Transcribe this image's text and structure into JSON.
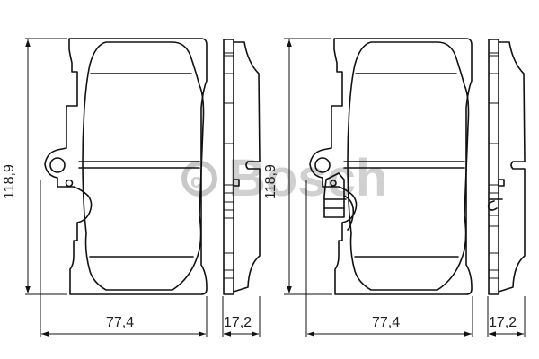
{
  "drawing": {
    "type": "brake-pad technical drawing",
    "watermark": "© Bosch",
    "stroke_color": "#111111",
    "background": "#ffffff",
    "watermark_color": "#c8c8c8"
  },
  "views": [
    {
      "id": "pad-left",
      "front": {
        "height_label": "118,9",
        "width_label": "77,4"
      },
      "side": {
        "thickness_label": "17,2"
      },
      "wear_sensor": false
    },
    {
      "id": "pad-right",
      "front": {
        "height_label": "118,9",
        "width_label": "77,4"
      },
      "side": {
        "thickness_label": "17,2"
      },
      "wear_sensor": true
    }
  ]
}
